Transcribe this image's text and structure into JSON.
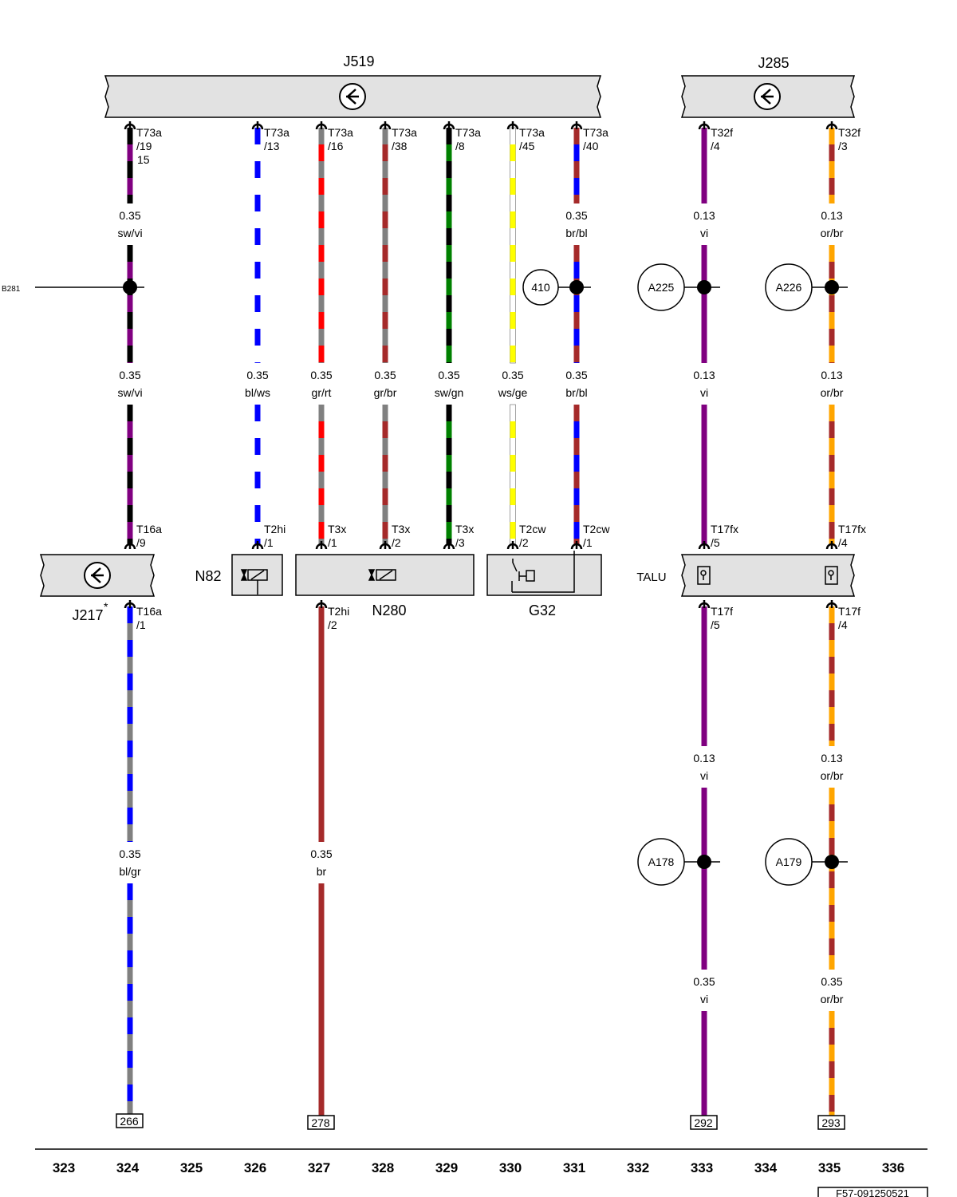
{
  "components": {
    "j519": {
      "name": "J519"
    },
    "j285": {
      "name": "J285"
    },
    "j217": {
      "name": "J217",
      "note": "*"
    },
    "n82": {
      "name": "N82"
    },
    "n280": {
      "name": "N280"
    },
    "g32": {
      "name": "G32"
    },
    "talu": {
      "name": "TALU"
    }
  },
  "external_line": {
    "label": "B281"
  },
  "colors": {
    "sw": "#000000",
    "vi": "#800080",
    "bl": "#0000ff",
    "ws": "#ffffff",
    "gr": "#808080",
    "rt": "#ff0000",
    "br": "#a52a2a",
    "gn": "#008000",
    "ge": "#ffff00",
    "or": "#ffa500"
  },
  "wires": [
    {
      "id": "324-top",
      "conn": [
        "T73a",
        "/19",
        "15"
      ],
      "segments": [
        {
          "gauge": "0.35",
          "code": "sw/vi"
        },
        {
          "gauge": "0.35",
          "code": "sw/vi"
        }
      ],
      "conn_bottom": [
        "T16a",
        "/9"
      ]
    },
    {
      "id": "326",
      "conn": [
        "T73a",
        "/13"
      ],
      "segments": [
        {
          "gauge": "0.35",
          "code": "bl/ws"
        }
      ],
      "conn_bottom": [
        "T2hi",
        "/1"
      ]
    },
    {
      "id": "327",
      "conn": [
        "T73a",
        "/16"
      ],
      "segments": [
        {
          "gauge": "0.35",
          "code": "gr/rt"
        }
      ],
      "conn_bottom": [
        "T3x",
        "/1"
      ]
    },
    {
      "id": "328",
      "conn": [
        "T73a",
        "/38"
      ],
      "segments": [
        {
          "gauge": "0.35",
          "code": "gr/br"
        }
      ],
      "conn_bottom": [
        "T3x",
        "/2"
      ]
    },
    {
      "id": "329",
      "conn": [
        "T73a",
        "/8"
      ],
      "segments": [
        {
          "gauge": "0.35",
          "code": "sw/gn"
        }
      ],
      "conn_bottom": [
        "T3x",
        "/3"
      ]
    },
    {
      "id": "330",
      "conn": [
        "T73a",
        "/45"
      ],
      "segments": [
        {
          "gauge": "0.35",
          "code": "ws/ge"
        }
      ],
      "conn_bottom": [
        "T2cw",
        "/2"
      ]
    },
    {
      "id": "331",
      "conn": [
        "T73a",
        "/40"
      ],
      "segments": [
        {
          "gauge": "0.35",
          "code": "br/bl"
        },
        {
          "gauge": "0.35",
          "code": "br/bl"
        }
      ],
      "conn_bottom": [
        "T2cw",
        "/1"
      ]
    },
    {
      "id": "333-top",
      "conn": [
        "T32f",
        "/4"
      ],
      "segments": [
        {
          "gauge": "0.13",
          "code": "vi"
        },
        {
          "gauge": "0.13",
          "code": "vi"
        }
      ],
      "conn_bottom": [
        "T17fx",
        "/5"
      ]
    },
    {
      "id": "335-top",
      "conn": [
        "T32f",
        "/3"
      ],
      "segments": [
        {
          "gauge": "0.13",
          "code": "or/br"
        },
        {
          "gauge": "0.13",
          "code": "or/br"
        }
      ],
      "conn_bottom": [
        "T17fx",
        "/4"
      ]
    },
    {
      "id": "324-bottom",
      "conn": [
        "T16a",
        "/1"
      ],
      "segments": [
        {
          "gauge": "0.35",
          "code": "bl/gr"
        }
      ],
      "ref": "266"
    },
    {
      "id": "327-bottom",
      "conn": [
        "T2hi",
        "/2"
      ],
      "segments": [
        {
          "gauge": "0.35",
          "code": "br"
        }
      ],
      "ref": "278"
    },
    {
      "id": "333-bottom",
      "conn": [
        "T17f",
        "/5"
      ],
      "segments": [
        {
          "gauge": "0.13",
          "code": "vi"
        },
        {
          "gauge": "0.35",
          "code": "vi"
        }
      ],
      "ref": "292"
    },
    {
      "id": "335-bottom",
      "conn": [
        "T17f",
        "/4"
      ],
      "segments": [
        {
          "gauge": "0.13",
          "code": "or/br"
        },
        {
          "gauge": "0.35",
          "code": "or/br"
        }
      ],
      "ref": "293"
    }
  ],
  "junctions": [
    "410",
    "A225",
    "A226",
    "A178",
    "A179"
  ],
  "columns": [
    "323",
    "324",
    "325",
    "326",
    "327",
    "328",
    "329",
    "330",
    "331",
    "332",
    "333",
    "334",
    "335",
    "336"
  ],
  "drawing_id": "F57-091250521"
}
